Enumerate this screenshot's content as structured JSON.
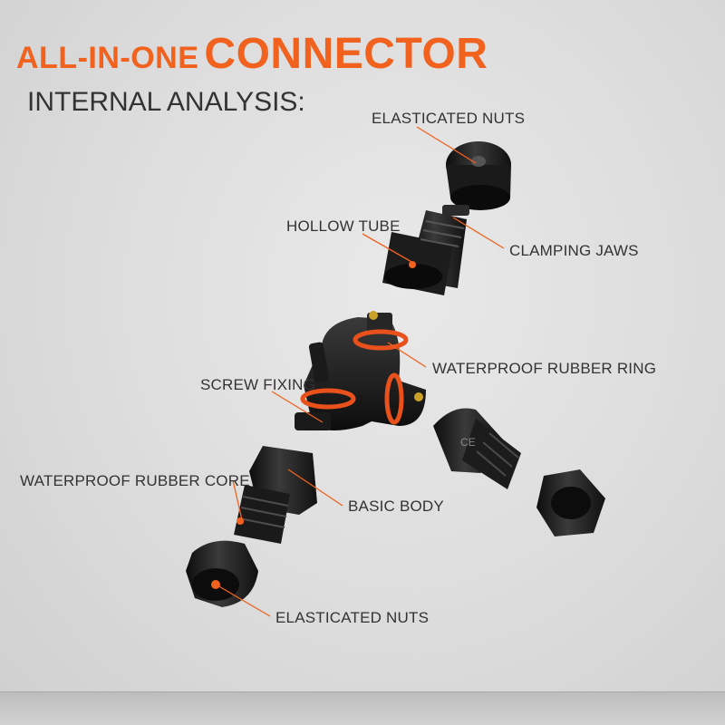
{
  "title": {
    "prefix": "ALL-IN-ONE",
    "main": "CONNECTOR"
  },
  "subtitle": "INTERNAL ANALYSIS:",
  "labels": {
    "elasticated_nuts_top": "ELASTICATED NUTS",
    "hollow_tube": "HOLLOW TUBE",
    "clamping_jaws": "CLAMPING JAWS",
    "waterproof_rubber_ring": "WATERPROOF RUBBER RING",
    "screw_fixing": "SCREW FIXING",
    "waterproof_rubber_core": "WATERPROOF RUBBER CORE",
    "basic_body": "BASIC BODY",
    "elasticated_nuts_bottom": "ELASTICATED NUTS"
  },
  "colors": {
    "accent": "#f0621e",
    "part_body": "#1e1e1e",
    "rubber_ring": "#e8501c",
    "screw": "#c9a227"
  }
}
